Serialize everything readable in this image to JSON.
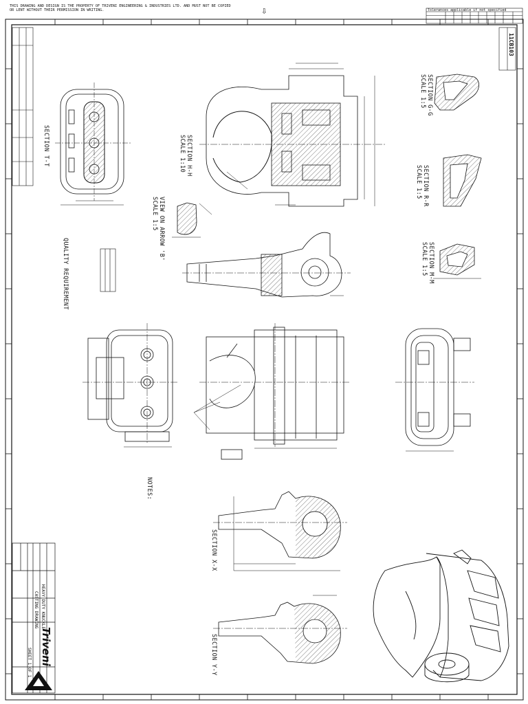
{
  "notice": "This drawing and design is the property of Triveni Engineering & Industries Ltd. and must not be copied or lent without their permission in writing.",
  "tolerance_title": "Tolerances applicable if not specified",
  "drawing_number": "11CB103",
  "section_labels": {
    "t_t": "SECTION T-T",
    "h_h": "SECTION H-H\nSCALE 1:10",
    "view_b": "VIEW ON ARROW 'B'\nSCALE 1:5",
    "g_g": "SECTION G-G\nSCALE 1:5",
    "r_r": "SECTION R-R\nSCALE 1:5",
    "m_m": "SECTION M-M\nSCALE 1:5",
    "x_x": "SECTION X-X",
    "y_y": "SECTION Y-Y"
  },
  "quality_requirement": "QUALITY REQUIREMENT",
  "notes_title": "NOTES:",
  "title_block": {
    "brand": "Triveni",
    "part_name": "HEAVY DUTY KNUCKLE",
    "material": "CASTING DRAWING",
    "sheet": "SHEET 1 OF 1"
  },
  "icons": [
    "triveni-logo-icon",
    "view-arrow-icon"
  ]
}
